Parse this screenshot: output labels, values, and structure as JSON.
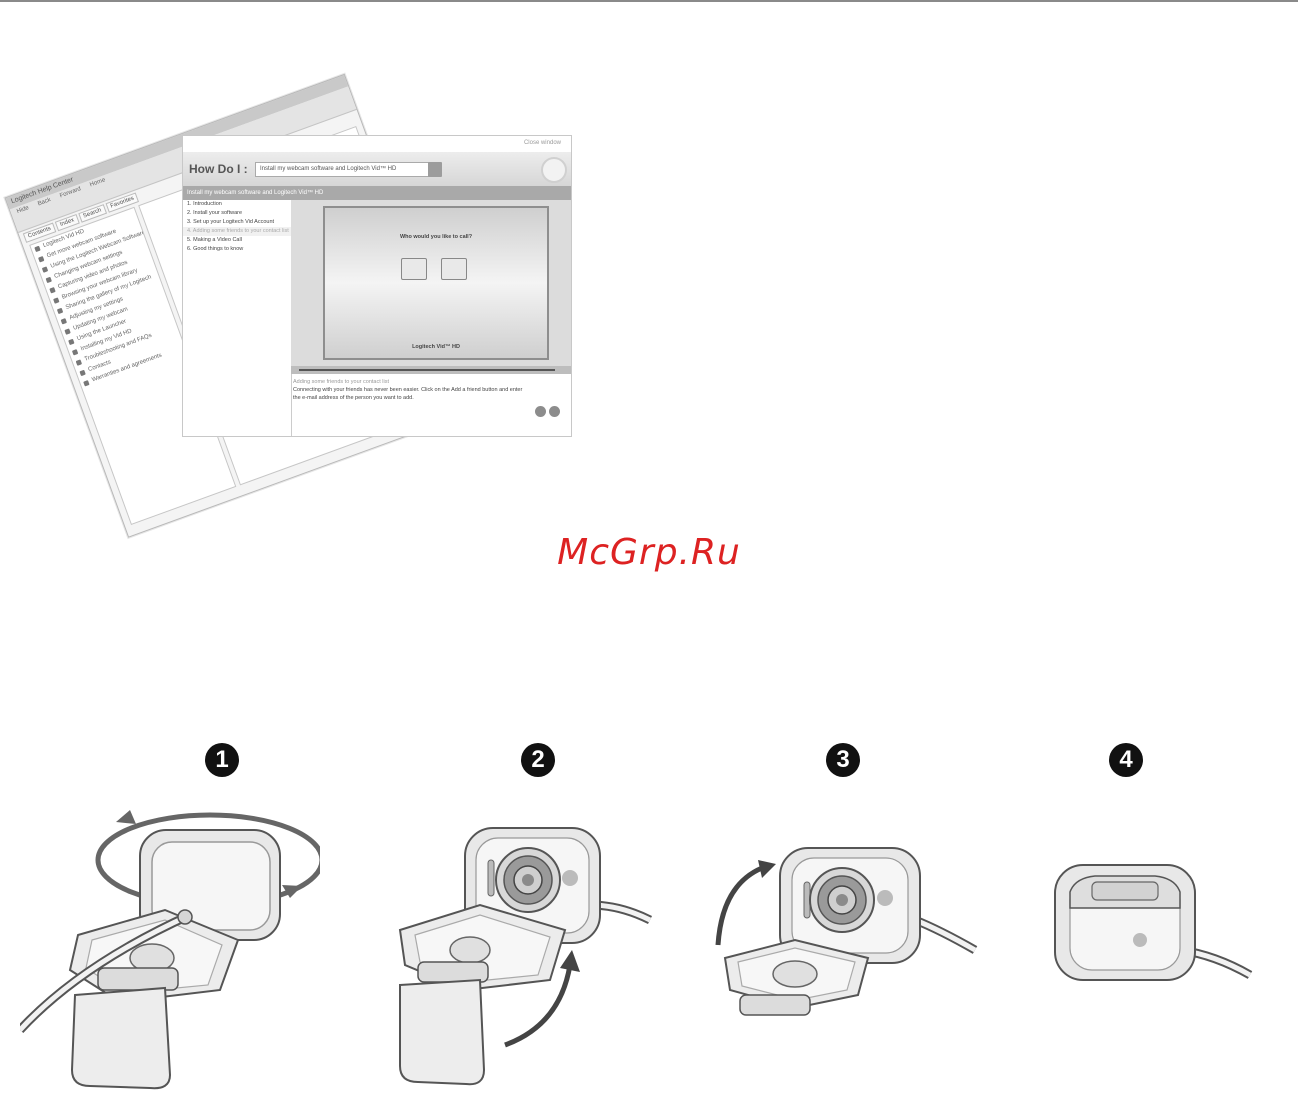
{
  "watermark": "McGrp.Ru",
  "help_window": {
    "title": "Logitech Help Center",
    "toolbar": [
      "Hide",
      "Back",
      "Forward",
      "Home"
    ],
    "tabs": [
      "Contents",
      "Index",
      "Search",
      "Favorites"
    ],
    "topics": [
      "Logitech Vid HD",
      "Get more webcam software",
      "Using the Logitech Webcam Software",
      "Changing webcam settings",
      "Capturing video and photos",
      "Browsing your webcam library",
      "Sharing the gallery of my Logitech",
      "Adjusting my settings",
      "Updating my webcam",
      "Using the Launcher",
      "Installing my Vid HD",
      "Troubleshooting and FAQs",
      "Contacts",
      "Warranties and agreements"
    ]
  },
  "how_do_i": {
    "close_label": "Close window",
    "heading": "How Do I :",
    "search_value": "Install my webcam software and Logitech Vid™ HD",
    "section_title": "Install my webcam software and Logitech Vid™ HD",
    "steps": [
      {
        "label": "1.   Introduction",
        "muted": false
      },
      {
        "label": "2.   Install your software",
        "muted": false
      },
      {
        "label": "3.   Set up your Logitech Vid Account",
        "muted": false
      },
      {
        "label": "4.   Adding some friends to your contact list",
        "muted": true
      },
      {
        "label": "5.   Making a Video Call",
        "muted": false
      },
      {
        "label": "6.   Good things to know",
        "muted": false
      }
    ],
    "video_question": "Who would you like to call?",
    "video_brand": "Logitech Vid™ HD",
    "caption_title": "Adding some friends to your contact list",
    "caption_body": "Connecting with your friends has never been easier. Click on the Add a friend button and enter the e-mail address of the person you want to add."
  },
  "steps": [
    {
      "badge": "1",
      "icon": "webcam-rotate-back-illustration"
    },
    {
      "badge": "2",
      "icon": "webcam-unfold-clip-illustration"
    },
    {
      "badge": "3",
      "icon": "webcam-fold-clip-illustration"
    },
    {
      "badge": "4",
      "icon": "webcam-folded-illustration"
    }
  ]
}
